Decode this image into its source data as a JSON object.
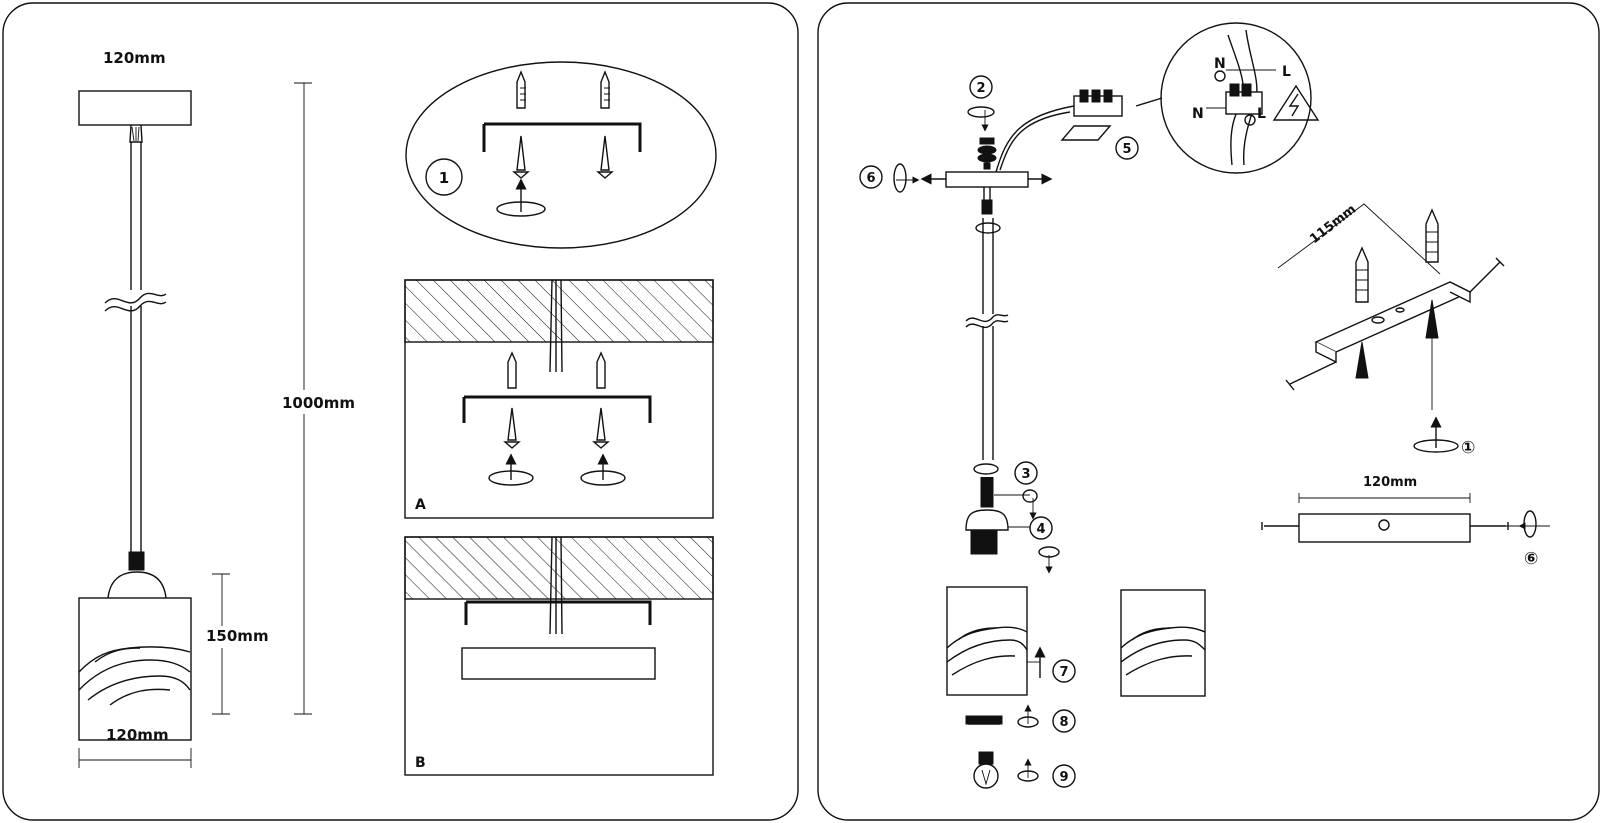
{
  "left_panel": {
    "dim_canopy_width": "120mm",
    "dim_total_height": "1000mm",
    "dim_shade_height": "150mm",
    "dim_shade_width": "120mm",
    "step_1_label": "1",
    "variant_a_label": "A",
    "variant_b_label": "B"
  },
  "right_panel": {
    "step_labels": [
      "2",
      "5",
      "6",
      "3",
      "4",
      "7",
      "8",
      "9"
    ],
    "dim_bracket_spacing": "115mm",
    "dim_canopy_width": "120mm",
    "step_1_circled": "①",
    "step_6_circled": "⑥",
    "wiring": {
      "n_top": "N",
      "l_top": "L",
      "n_bottom": "N",
      "l_bottom": "L"
    }
  }
}
